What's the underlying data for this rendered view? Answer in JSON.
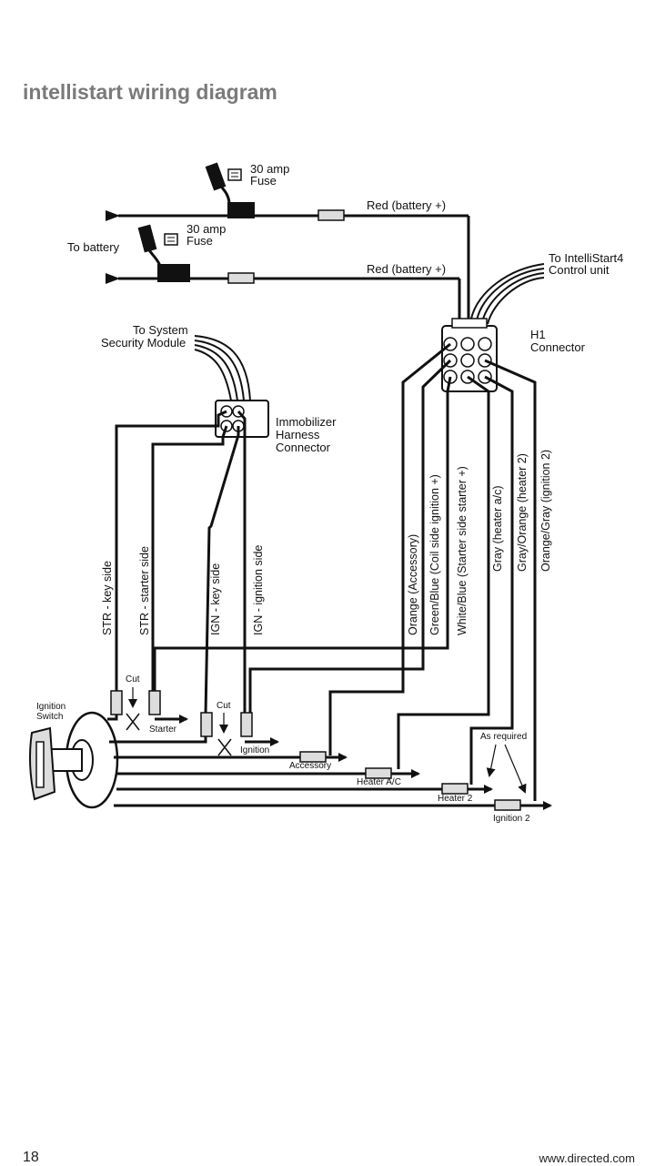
{
  "page": {
    "title": "intellistart wiring diagram",
    "page_number": "18",
    "website": "www.directed.com"
  },
  "diagram": {
    "fuse1": {
      "line1": "30 amp",
      "line2": "Fuse"
    },
    "fuse2": {
      "line1": "30 amp",
      "line2": "Fuse"
    },
    "to_battery": "To battery",
    "red_battery_top": "Red (battery +)",
    "red_battery_bottom": "Red (battery +)",
    "control_unit": {
      "line1": "To IntelliStart4",
      "line2": "Control unit"
    },
    "h1_connector": {
      "line1": "H1",
      "line2": "Connector"
    },
    "security_module": {
      "line1": "To System",
      "line2": "Security Module"
    },
    "immobilizer": {
      "line1": "Immobilizer",
      "line2": "Harness",
      "line3": "Connector"
    },
    "wire_labels": {
      "str_key": "STR - key side",
      "str_starter": "STR - starter side",
      "ign_key": "IGN - key side",
      "ign_ignition": "IGN - ignition side",
      "orange": "Orange (Accessory)",
      "green_blue": "Green/Blue (Coil side ignition +)",
      "white_blue": "White/Blue (Starter side starter +)",
      "gray": "Gray (heater a/c)",
      "gray_orange": "Gray/Orange (heater 2)",
      "orange_gray": "Orange/Gray (ignition 2)"
    },
    "ignition_switch": {
      "line1": "Ignition",
      "line2": "Switch"
    },
    "cut1": "Cut",
    "cut2": "Cut",
    "starter": "Starter",
    "ignition": "Ignition",
    "accessory": "Accessory",
    "heater_ac": "Heater A/C",
    "heater2": "Heater 2",
    "ignition2": "Ignition 2",
    "as_required": "As required"
  }
}
